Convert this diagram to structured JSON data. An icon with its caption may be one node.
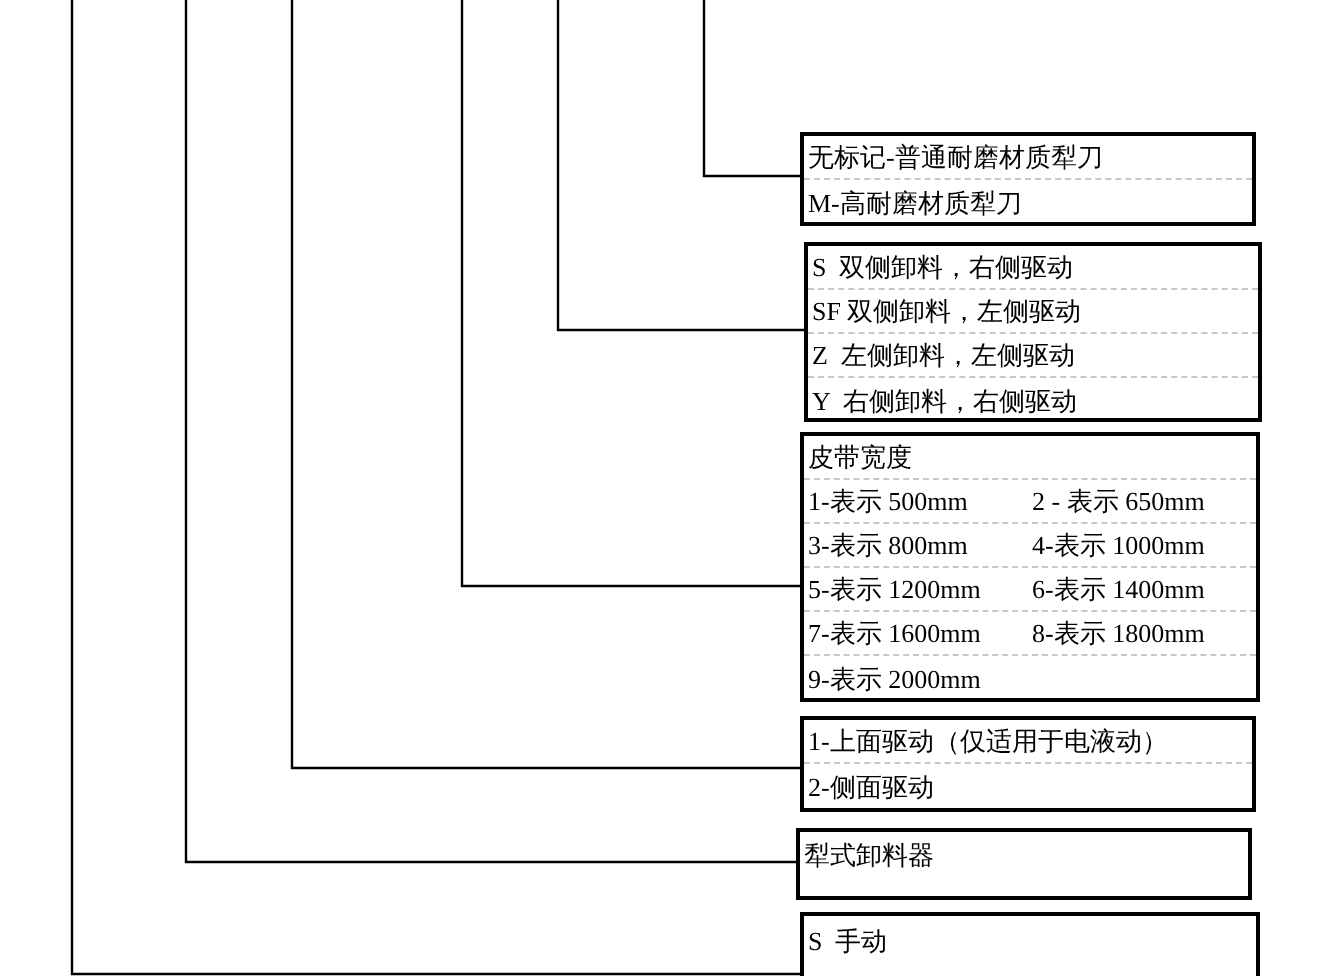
{
  "diagram": {
    "nodes": [
      {
        "text": [
          "无标记-普通耐磨材质犁刀",
          "M-高耐磨材质犁刀"
        ]
      },
      {
        "text": [
          "S  双侧卸料，右侧驱动",
          "SF 双侧卸料，左侧驱动",
          "Z  左侧卸料，左侧驱动",
          "Y  右侧卸料，右侧驱动"
        ]
      },
      {
        "text": [
          "皮带宽度",
          "1-表示 500mm",
          "2 - 表示 650mm",
          "3-表示 800mm",
          "4-表示 1000mm",
          "5-表示 1200mm",
          "6-表示 1400mm",
          "7-表示 1600mm",
          "8-表示 1800mm",
          "9-表示 2000mm"
        ]
      },
      {
        "text": [
          "1-上面驱动（仅适用于电液动）",
          "2-侧面驱动"
        ]
      },
      {
        "text": [
          "犁式卸料器"
        ]
      },
      {
        "text": [
          "S  手动"
        ]
      }
    ],
    "edges": [
      {
        "from": null,
        "to": 0,
        "arrow": "none"
      },
      {
        "from": null,
        "to": 1,
        "arrow": "none"
      },
      {
        "from": null,
        "to": 2,
        "arrow": "none"
      },
      {
        "from": null,
        "to": 3,
        "arrow": "none"
      },
      {
        "from": null,
        "to": 4,
        "arrow": "none"
      },
      {
        "from": null,
        "to": 5,
        "arrow": "none"
      }
    ]
  }
}
